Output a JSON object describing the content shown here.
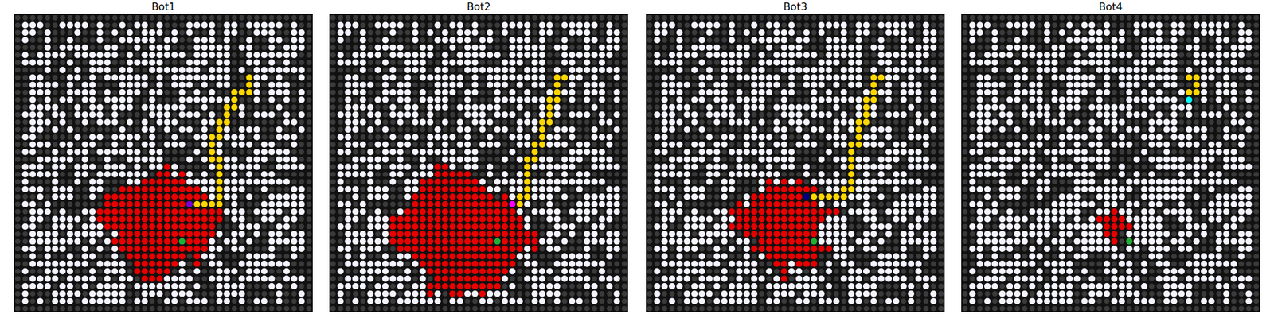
{
  "diagram": {
    "labels": [
      "Bot1",
      "Bot2",
      "Bot3",
      "Bot4"
    ]
  }
}
